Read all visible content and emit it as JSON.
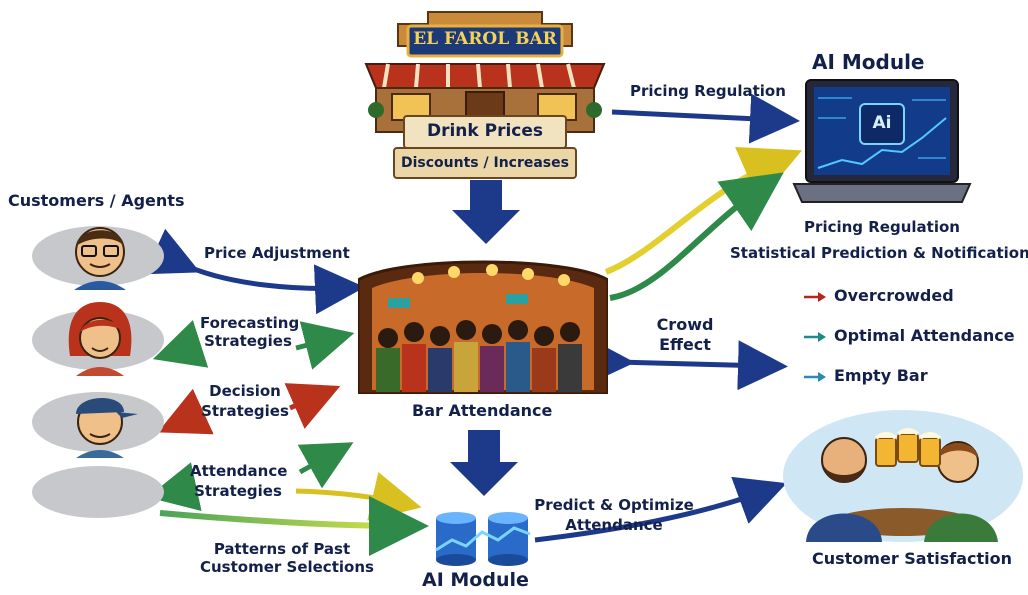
{
  "bar_sign": {
    "name": "EL FAROL BAR",
    "drink_prices": "Drink Prices",
    "discounts": "Discounts / Increases"
  },
  "ai_module_top": {
    "title": "AI Module",
    "screen_text": "Ai",
    "caption_1": "Pricing Regulation",
    "caption_2": "Statistical Prediction & Notifications"
  },
  "pricing_arrow_label": "Pricing Regulation",
  "customers": {
    "title": "Customers / Agents"
  },
  "arrows": {
    "price_adjustment": "Price Adjustment",
    "forecasting_1": "Forecasting",
    "forecasting_2": "Strategies",
    "decision_1": "Decision",
    "decision_2": "Strategies",
    "attendance_1": "Attendance",
    "attendance_2": "Strategies",
    "patterns_1": "Patterns of Past",
    "patterns_2": "Customer Selections",
    "crowd_1": "Crowd",
    "crowd_2": "Effect",
    "predict_1": "Predict & Optimize",
    "predict_2": "Attendance"
  },
  "bar_attendance": "Bar Attendance",
  "ai_module_bottom": "AI Module",
  "legend": {
    "items": [
      {
        "label": "Overcrowded",
        "color": "#b3261e"
      },
      {
        "label": "Optimal Attendance",
        "color": "#1f8a86"
      },
      {
        "label": "Empty Bar",
        "color": "#2a8ab0"
      }
    ]
  },
  "customer_satisfaction": "Customer Satisfaction",
  "colors": {
    "navy": "#1d3a8a",
    "green": "#2f8a4a",
    "yellow": "#e6cf2a",
    "red": "#b8321c"
  }
}
